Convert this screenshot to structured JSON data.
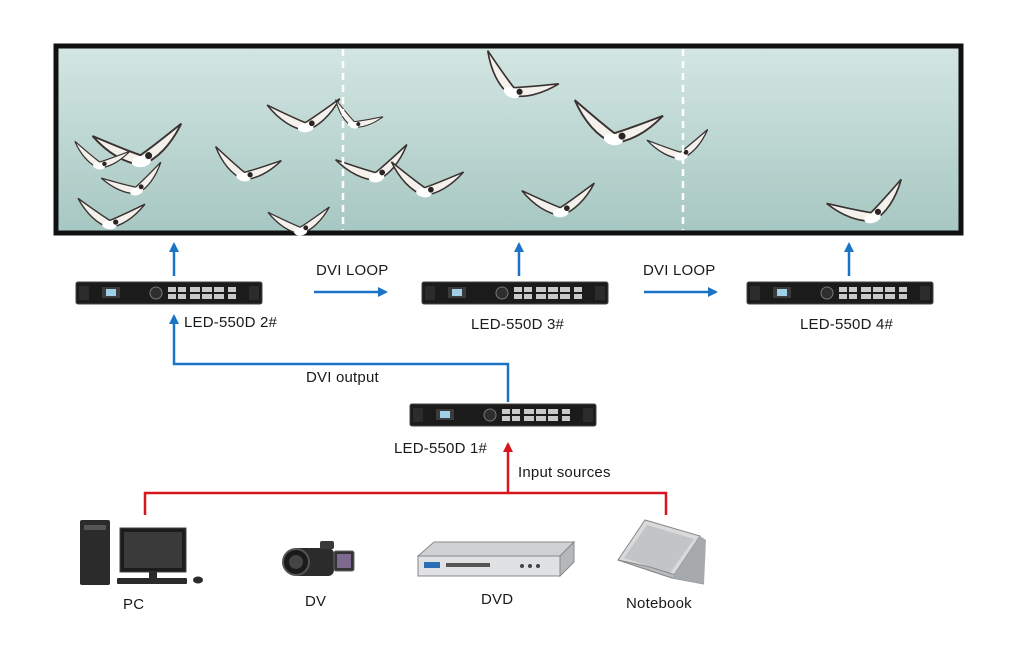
{
  "screen": {
    "background_color": "#a9c8c4",
    "border_color": "#111111",
    "divider_color": "#ffffff",
    "panels": 3
  },
  "devices": {
    "processor_1": "LED-550D 1#",
    "processor_2": "LED-550D 2#",
    "processor_3": "LED-550D 3#",
    "processor_4": "LED-550D 4#"
  },
  "links": {
    "loop_1": "DVI LOOP",
    "loop_2": "DVI LOOP",
    "dvi_output": "DVI output",
    "input_sources": "Input sources"
  },
  "sources": {
    "pc": "PC",
    "dv": "DV",
    "dvd": "DVD",
    "notebook": "Notebook"
  },
  "colors": {
    "output_arrow": "#1a73c4",
    "input_arrow": "#d6151c",
    "device_body": "#1b1b1b"
  }
}
